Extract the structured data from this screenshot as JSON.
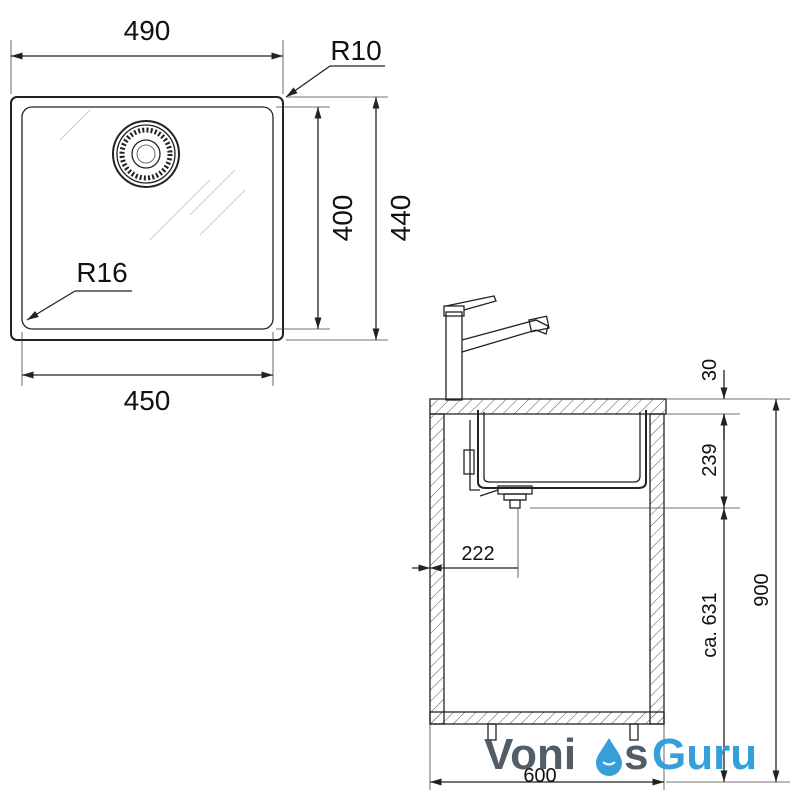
{
  "top_view": {
    "outer_width": "490",
    "corner_outer": "R10",
    "outer_height": "440",
    "inner_height": "400",
    "corner_inner": "R16",
    "inner_width": "450"
  },
  "side_view": {
    "worktop": "30",
    "bowl_depth": "239",
    "drain_offset": "222",
    "drain_height": "ca. 631",
    "total_height": "900",
    "cabinet_width": "600"
  },
  "watermark": {
    "part1": "Voni",
    "part2": "s",
    "part3": "Guru"
  }
}
